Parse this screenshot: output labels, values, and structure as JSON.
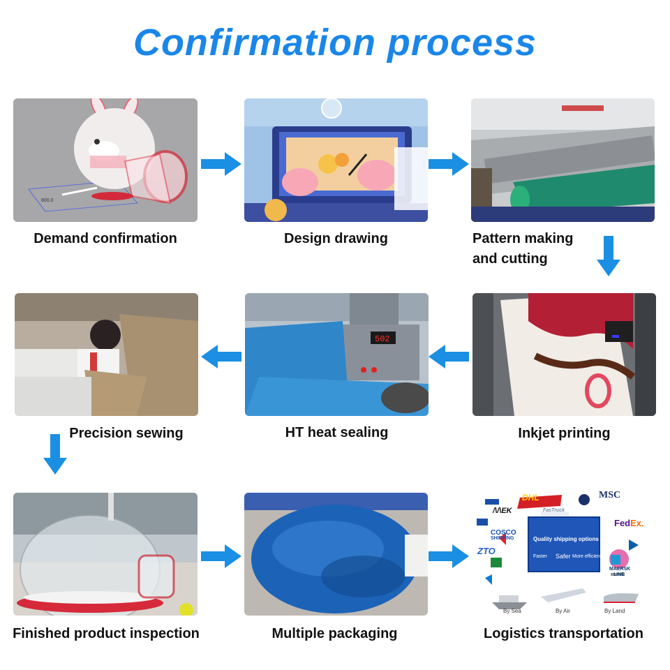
{
  "title": "Confirmation process",
  "steps": [
    {
      "label": "Demand confirmation",
      "dimension": "800.0"
    },
    {
      "label": "Design drawing"
    },
    {
      "label_line1": "Pattern making",
      "label_line2": "and cutting"
    },
    {
      "label": "Inkjet printing"
    },
    {
      "label": "HT heat sealing",
      "display": "502"
    },
    {
      "label": "Precision sewing"
    },
    {
      "label": "Finished product inspection"
    },
    {
      "label": "Multiple packaging"
    },
    {
      "label": "Logistics transportation"
    }
  ],
  "logistics": {
    "panel_title": "Quality shipping options",
    "faster": "Faster",
    "safer": "Safer",
    "more_efficient": "More efficient",
    "logos": {
      "msc": "MSC",
      "fedex_fed": "Fed",
      "fedex_ex": "Ex.",
      "cosco": "COSCO",
      "shipping": "SHIPPING",
      "zto": "ZTO",
      "dhl": "DHL",
      "maersk": "MAERSK",
      "line": "LINE",
      "mk": "/\\/\\EK",
      "fastruck": "FasTruck"
    },
    "modes": [
      "By Sea",
      "By Air",
      "By Land"
    ]
  },
  "colors": {
    "accent": "#1a86e8",
    "arrow": "#1a8fe3"
  }
}
